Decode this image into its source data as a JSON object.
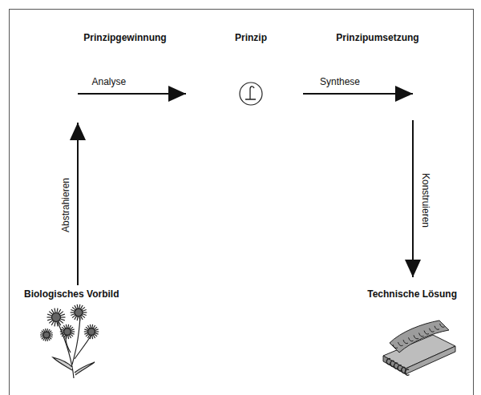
{
  "diagram": {
    "nodes": [
      {
        "text": [
          "Prinzipgewinnung"
        ]
      },
      {
        "text": [
          "Prinzip"
        ]
      },
      {
        "text": [
          "Prinzipumsetzung"
        ]
      },
      {
        "text": [
          "Biologisches Vorbild"
        ]
      },
      {
        "text": [
          "Technische Lösung"
        ]
      }
    ],
    "edges": [
      {
        "from": 3,
        "to": 0,
        "arrow": "to",
        "label": "Abstrahieren"
      },
      {
        "from": 0,
        "to": 1,
        "arrow": "to",
        "label": "Analyse"
      },
      {
        "from": 1,
        "to": 2,
        "arrow": "to",
        "label": "Synthese"
      },
      {
        "from": 2,
        "to": 4,
        "arrow": "to",
        "label": "Konstruieren"
      }
    ]
  }
}
